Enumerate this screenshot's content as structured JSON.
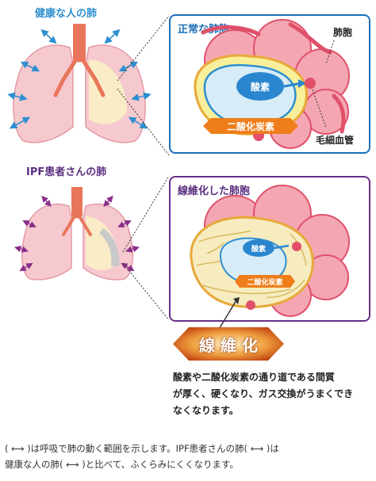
{
  "healthy": {
    "title": "健康な人の肺"
  },
  "ipf": {
    "title": "IPF患者さんの肺"
  },
  "normal_panel": {
    "title": "正常な肺胞",
    "label_alveolus": "肺胞",
    "label_capillary": "毛細血管",
    "oxygen": "酸素",
    "co2": "二酸化炭素"
  },
  "fibrosis_panel": {
    "title": "線維化した肺胞",
    "oxygen": "酸素",
    "co2": "二酸化炭素"
  },
  "fibrosis_badge": "線 維 化",
  "description": [
    "酸素や二酸化炭素の通り道である間質",
    "が厚く、硬くなり、ガス交換がうまくでき",
    "なくなります。"
  ],
  "footnote": [
    "( ⟷ )は呼吸で肺の動く範囲を示します。IPF患者さんの肺( ⟷ )は",
    "健康な人の肺( ⟷ )と比べて、ふくらみにくくなります。"
  ],
  "colors": {
    "blue_border": "#1b6fb8",
    "purple_border": "#6b2e8a",
    "arrow_blue": "#2e8fd0",
    "arrow_purple": "#8a2e8a",
    "lung_pink": "#f6c9cf",
    "alveolus_red": "#e0506a",
    "orange": "#ef7d1a"
  }
}
